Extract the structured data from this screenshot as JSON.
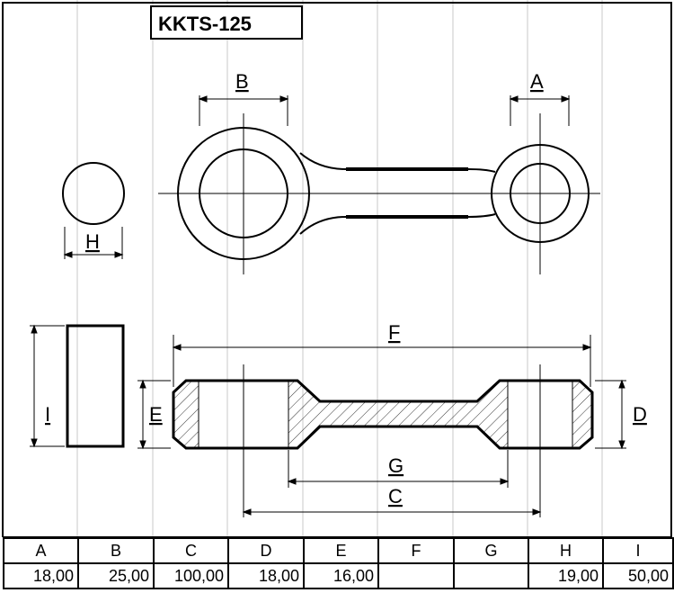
{
  "title": "KKTS-125",
  "dimension_labels": {
    "a": "A",
    "b": "B",
    "c": "C",
    "d": "D",
    "e": "E",
    "f": "F",
    "g": "G",
    "h": "H",
    "i": "I"
  },
  "table": {
    "headers": [
      "A",
      "B",
      "C",
      "D",
      "E",
      "F",
      "G",
      "H",
      "I"
    ],
    "values": [
      "18,00",
      "25,00",
      "100,00",
      "18,00",
      "16,00",
      "",
      "",
      "19,00",
      "50,00"
    ]
  },
  "colors": {
    "line": "#000000",
    "grid": "#c0c0c0",
    "background": "#ffffff"
  }
}
